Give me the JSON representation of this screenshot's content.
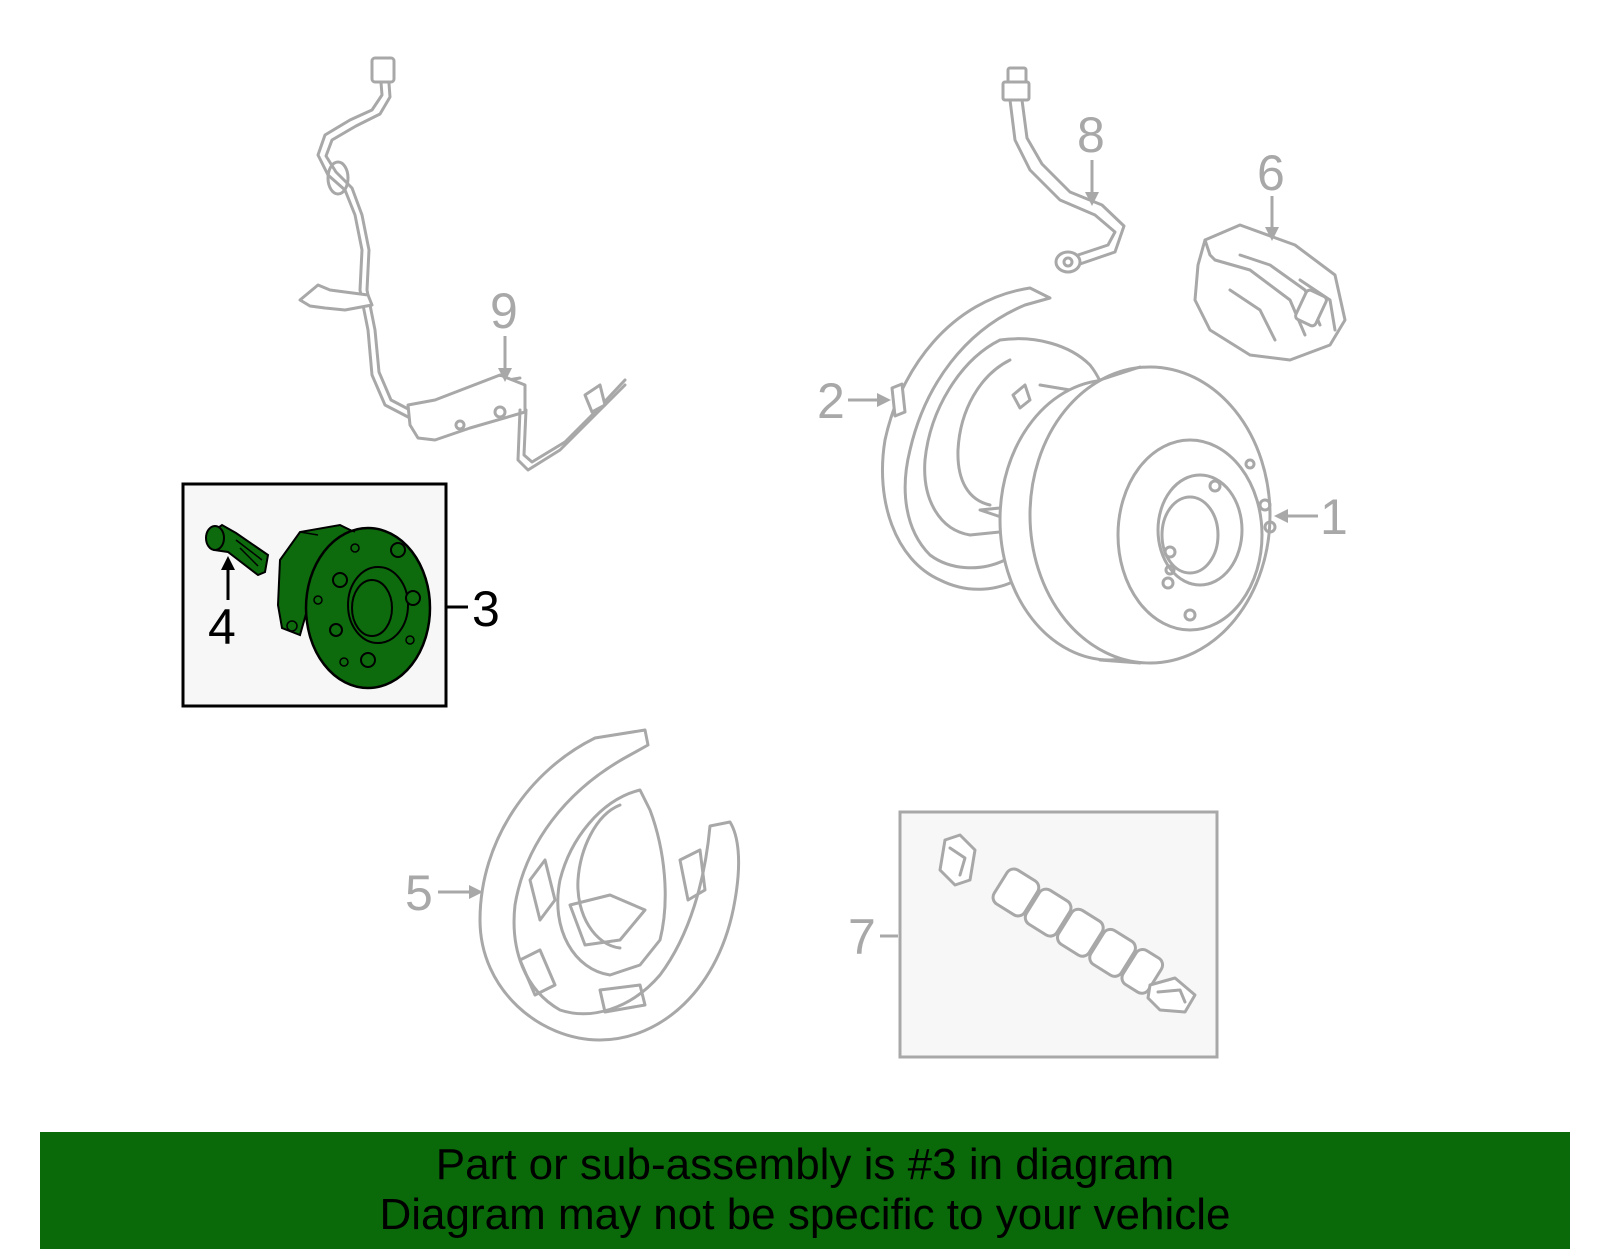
{
  "callouts": {
    "c1": "1",
    "c2": "2",
    "c3": "3",
    "c4": "4",
    "c5": "5",
    "c6": "6",
    "c7": "7",
    "c8": "8",
    "c9": "9"
  },
  "highlight_part": "3",
  "colors": {
    "highlight": "#0d6b0d",
    "banner": "#0a6a0a",
    "parts_line": "#a8a8a8",
    "box_bg": "#f7f7f7"
  },
  "banner": {
    "line1": "Part or sub-assembly is #3 in diagram",
    "line2": "Diagram may not be specific to your vehicle"
  }
}
